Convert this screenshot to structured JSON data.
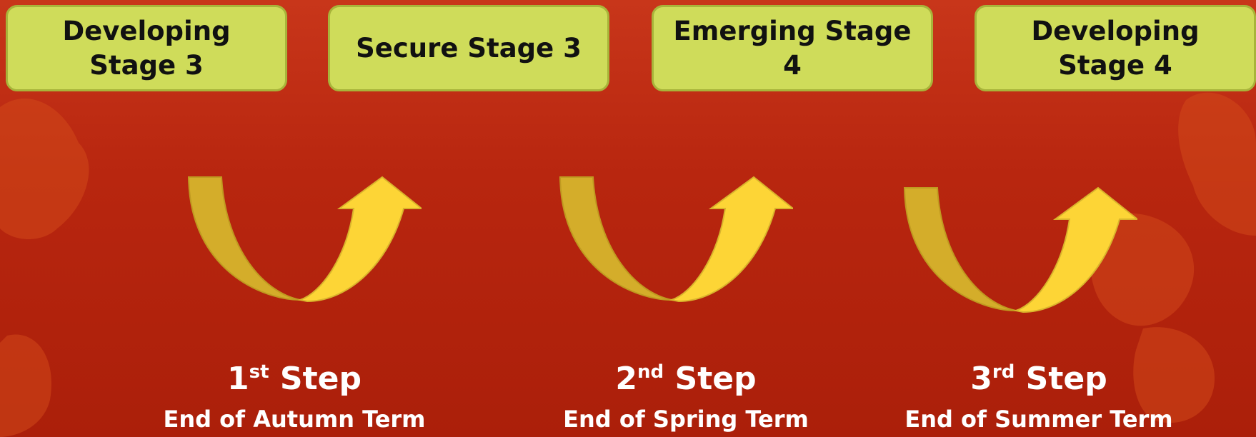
{
  "stages": [
    {
      "label": "Developing Stage 3"
    },
    {
      "label": "Secure Stage 3"
    },
    {
      "label": "Emerging Stage 4"
    },
    {
      "label": "Developing Stage 4"
    }
  ],
  "steps": [
    {
      "number": "1",
      "suffix": "st",
      "word": "Step",
      "term": "End of Autumn Term"
    },
    {
      "number": "2",
      "suffix": "nd",
      "word": "Step",
      "term": "End of Spring Term"
    },
    {
      "number": "3",
      "suffix": "rd",
      "word": "Step",
      "term": "End of Summer Term"
    }
  ],
  "colors": {
    "box_fill": "#cfdc5a",
    "box_border": "#a8b43a",
    "arrow_dark": "#d4ad2a",
    "arrow_light": "#fdd536",
    "background": "#b8260f"
  },
  "icons": [
    "curved-up-arrow-icon"
  ]
}
